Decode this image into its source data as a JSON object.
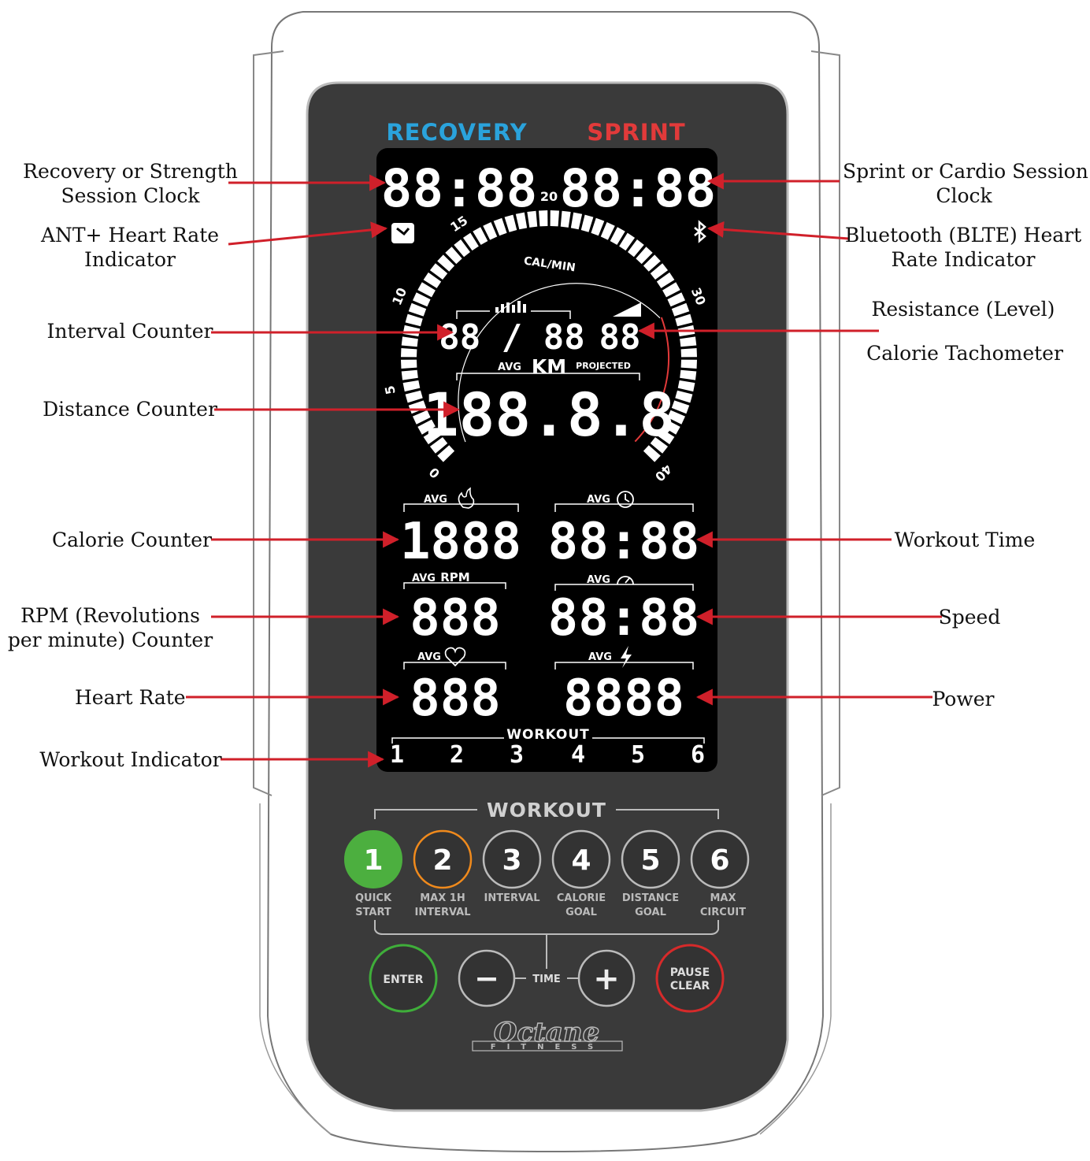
{
  "display": {
    "recovery_label": "RECOVERY",
    "sprint_label": "SPRINT",
    "recovery_clock": "88:88",
    "sprint_clock": "88:88",
    "tach_unit": "CAL/MIN",
    "tach_ticks": [
      "0",
      "5",
      "10",
      "15",
      "20",
      "30",
      "40"
    ],
    "interval": "88 / 88",
    "resistance": "88",
    "avg": "AVG",
    "distance_unit": "KM",
    "projected": "PROJECTED",
    "distance": "188.8.8",
    "calories": "1888",
    "workout_time": "88:88",
    "rpm_label": "RPM",
    "rpm": "888",
    "speed": "88:88",
    "heart_rate": "888",
    "power": "8888",
    "workout_label": "WORKOUT",
    "workout_numbers": [
      "1",
      "2",
      "3",
      "4",
      "5",
      "6"
    ]
  },
  "controls": {
    "workout_header": "WORKOUT",
    "workouts": [
      {
        "num": "1",
        "line1": "QUICK",
        "line2": "START",
        "color": "#4caf3f"
      },
      {
        "num": "2",
        "line1": "MAX 1H",
        "line2": "INTERVAL",
        "color": "#f08a1c"
      },
      {
        "num": "3",
        "line1": "INTERVAL",
        "line2": "",
        "color": "#bbbbbb"
      },
      {
        "num": "4",
        "line1": "CALORIE",
        "line2": "GOAL",
        "color": "#bbbbbb"
      },
      {
        "num": "5",
        "line1": "DISTANCE",
        "line2": "GOAL",
        "color": "#bbbbbb"
      },
      {
        "num": "6",
        "line1": "MAX",
        "line2": "CIRCUIT",
        "color": "#bbbbbb"
      }
    ],
    "enter": "ENTER",
    "time": "TIME",
    "minus": "−",
    "plus": "+",
    "pause": "PAUSE",
    "clear": "CLEAR",
    "brand": "Octane",
    "brand_sub": "FITNESS"
  },
  "labels": {
    "recovery_clock": [
      "Recovery or Strength",
      "Session Clock"
    ],
    "ant_hr": [
      "ANT+ Heart Rate",
      "Indicator"
    ],
    "interval_counter": "Interval Counter",
    "distance_counter": "Distance Counter",
    "calorie_counter": "Calorie Counter",
    "rpm_counter": [
      "RPM (Revolutions",
      "per minute) Counter"
    ],
    "heart_rate": "Heart Rate",
    "workout_indicator": "Workout Indicator",
    "sprint_clock": [
      "Sprint or Cardio Session",
      "Clock"
    ],
    "bluetooth_hr": [
      "Bluetooth (BLTE) Heart",
      "Rate Indicator"
    ],
    "resistance": "Resistance (Level)",
    "calorie_tach": "Calorie Tachometer",
    "workout_time": "Workout Time",
    "speed": "Speed",
    "power": "Power"
  },
  "colors": {
    "arrow": "#d0202a",
    "recovery": "#2aa3dc",
    "sprint": "#e23a3a",
    "screen": "#000000",
    "bezel": "#3a3a3a",
    "enter_ring": "#3fae3a",
    "pause_ring": "#d62a2a"
  }
}
